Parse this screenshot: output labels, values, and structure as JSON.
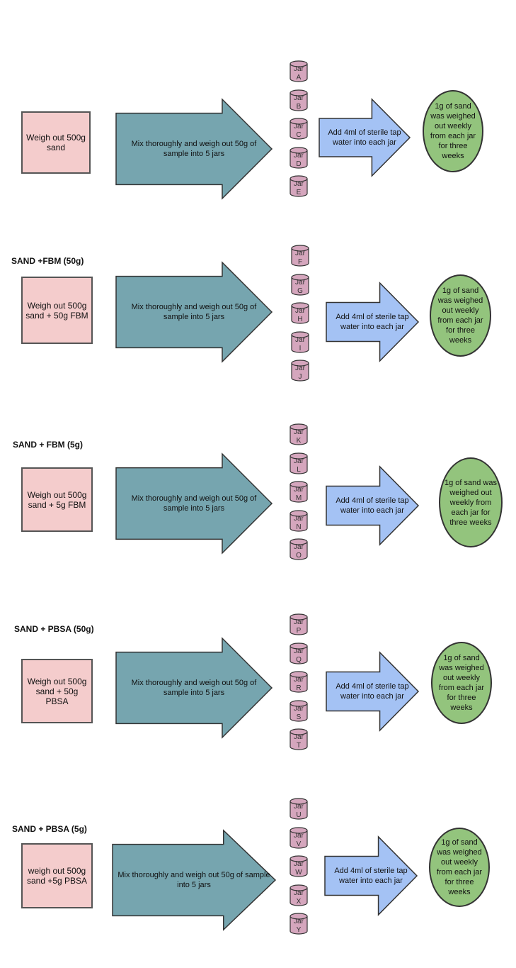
{
  "colors": {
    "sample_box": "#f4cccc",
    "big_arrow": "#76a5af",
    "small_arrow": "#a4c2f4",
    "jar": "#d5a6bd",
    "oval": "#93c47d",
    "stroke": "#333333"
  },
  "groups": [
    {
      "title": "CONTROL",
      "sample": "Weigh out 500g sand",
      "mix": "Mix thoroughly and weigh out 50g of sample into 5 jars",
      "jars": [
        {
          "word": "Jar",
          "letter": "A"
        },
        {
          "word": "Jar",
          "letter": "B"
        },
        {
          "word": "Jar",
          "letter": "C"
        },
        {
          "word": "Jar",
          "letter": "D"
        },
        {
          "word": "Jar",
          "letter": "E"
        }
      ],
      "water": "Add 4ml of sterile tap water into each jar",
      "weigh": "1g of sand was weighed out weekly from each jar for three weeks"
    },
    {
      "title": "SAND +FBM (50g)",
      "sample": "Weigh out 500g sand + 50g FBM",
      "mix": "Mix thoroughly and weigh out 50g of sample into 5 jars",
      "jars": [
        {
          "word": "Jar",
          "letter": "F"
        },
        {
          "word": "Jar",
          "letter": "G"
        },
        {
          "word": "Jar",
          "letter": "H"
        },
        {
          "word": "Jar",
          "letter": "I"
        },
        {
          "word": "Jar",
          "letter": "J"
        }
      ],
      "water": "Add 4ml of sterile tap water into each jar",
      "weigh": "1g of sand was weighed out weekly from each jar for three weeks"
    },
    {
      "title": "SAND + FBM (5g)",
      "sample": "Weigh out 500g sand + 5g FBM",
      "mix": "Mix thoroughly and weigh out 50g of sample into 5 jars",
      "jars": [
        {
          "word": "Jar",
          "letter": "K"
        },
        {
          "word": "Jar",
          "letter": "L"
        },
        {
          "word": "Jar",
          "letter": "M"
        },
        {
          "word": "Jar",
          "letter": "N"
        },
        {
          "word": "Jar",
          "letter": "O"
        }
      ],
      "water": "Add 4ml of sterile tap water into each jar",
      "weigh": "1g of sand was weighed out weekly from each jar for three weeks"
    },
    {
      "title": "SAND + PBSA (50g)",
      "sample": "Weigh out 500g sand + 50g PBSA",
      "mix": "Mix thoroughly and weigh out 50g of sample into 5 jars",
      "jars": [
        {
          "word": "Jar",
          "letter": "P"
        },
        {
          "word": "Jar",
          "letter": "Q"
        },
        {
          "word": "Jar",
          "letter": "R"
        },
        {
          "word": "Jar",
          "letter": "S"
        },
        {
          "word": "Jar",
          "letter": "T"
        }
      ],
      "water": "Add 4ml of sterile tap water into each jar",
      "weigh": "1g of sand was weighed out weekly from each jar for three weeks"
    },
    {
      "title": "SAND + PBSA (5g)",
      "sample": "weigh out 500g sand +5g PBSA",
      "mix": "Mix thoroughly and weigh out 50g of sample into 5 jars",
      "jars": [
        {
          "word": "Jar",
          "letter": "U"
        },
        {
          "word": "Jar",
          "letter": "V"
        },
        {
          "word": "Jar",
          "letter": "W"
        },
        {
          "word": "Jar",
          "letter": "X"
        },
        {
          "word": "Jar",
          "letter": "Y"
        }
      ],
      "water": "Add 4ml of sterile tap water into each jar",
      "weigh": "1g of sand was weighed out weekly from each jar for three weeks"
    }
  ]
}
